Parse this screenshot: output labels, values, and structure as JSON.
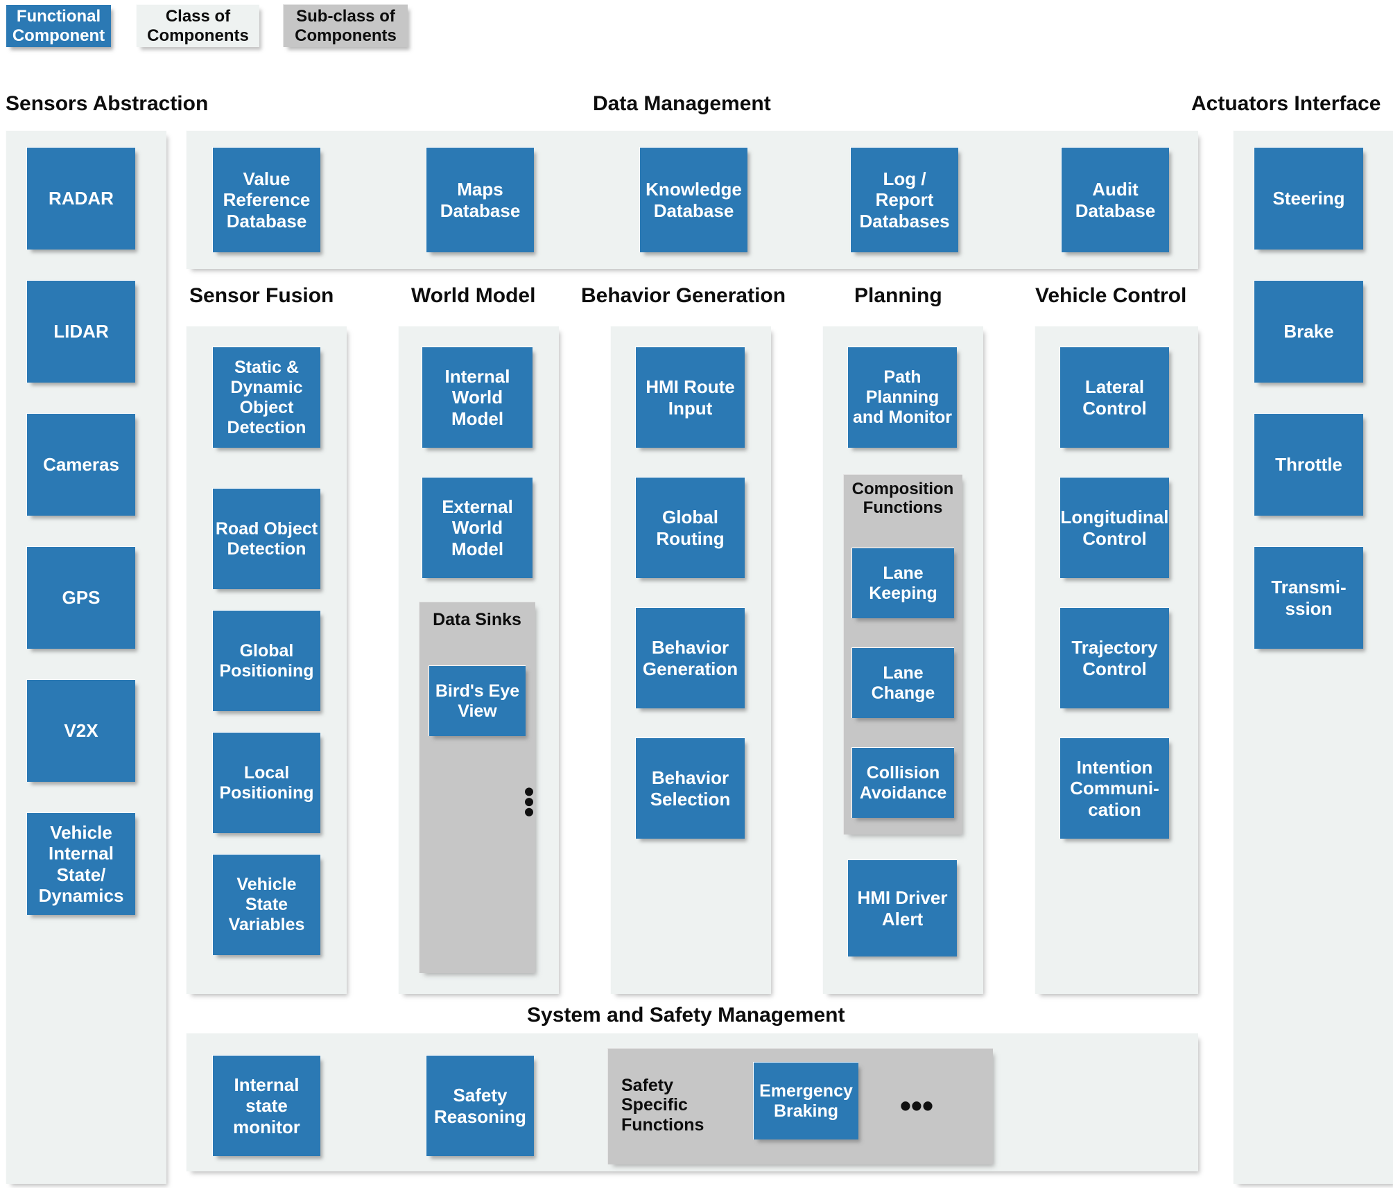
{
  "legend": {
    "items": [
      {
        "label": "Functional Component",
        "kind": "functional-component",
        "color": "#2b79b4"
      },
      {
        "label": "Class of Components",
        "kind": "class-of-components",
        "color": "#eef2f1"
      },
      {
        "label": "Sub-class of Components",
        "kind": "sub-class-of-components",
        "color": "#c6c6c6"
      }
    ]
  },
  "sections": {
    "sensors_abstraction": {
      "title": "Sensors Abstraction",
      "items": [
        {
          "label": "RADAR"
        },
        {
          "label": "LIDAR"
        },
        {
          "label": "Cameras"
        },
        {
          "label": "GPS"
        },
        {
          "label": "V2X"
        },
        {
          "label": "Vehicle Internal State/ Dynamics"
        }
      ]
    },
    "data_management": {
      "title": "Data Management",
      "items": [
        {
          "label": "Value Reference Database"
        },
        {
          "label": "Maps Database"
        },
        {
          "label": "Knowledge Database"
        },
        {
          "label": "Log / Report Databases"
        },
        {
          "label": "Audit Database"
        }
      ]
    },
    "sensor_fusion": {
      "title": "Sensor Fusion",
      "items": [
        {
          "label": "Static & Dynamic Object Detection"
        },
        {
          "label": "Road Object Detection"
        },
        {
          "label": "Global Positioning"
        },
        {
          "label": "Local Positioning"
        },
        {
          "label": "Vehicle State Variables"
        }
      ]
    },
    "world_model": {
      "title": "World Model",
      "items": [
        {
          "label": "Internal World Model"
        },
        {
          "label": "External World Model"
        }
      ],
      "subgroup": {
        "title": "Data Sinks",
        "items": [
          {
            "label": "Bird's Eye View"
          }
        ],
        "ellipsis": "•••"
      }
    },
    "behavior_generation": {
      "title": "Behavior Generation",
      "items": [
        {
          "label": "HMI Route Input"
        },
        {
          "label": "Global Routing"
        },
        {
          "label": "Behavior Generation"
        },
        {
          "label": "Behavior Selection"
        }
      ]
    },
    "planning": {
      "title": "Planning",
      "items_top": [
        {
          "label": "Path Planning and Monitor"
        }
      ],
      "subgroup": {
        "title": "Composition Functions",
        "items": [
          {
            "label": "Lane Keeping"
          },
          {
            "label": "Lane Change"
          },
          {
            "label": "Collision Avoidance"
          }
        ]
      },
      "items_bottom": [
        {
          "label": "HMI Driver Alert"
        }
      ]
    },
    "vehicle_control": {
      "title": "Vehicle Control",
      "items": [
        {
          "label": "Lateral Control"
        },
        {
          "label": "Longitudinal Control"
        },
        {
          "label": "Trajectory Control"
        },
        {
          "label": "Intention Communi- cation"
        }
      ]
    },
    "actuators_interface": {
      "title": "Actuators Interface",
      "items": [
        {
          "label": "Steering"
        },
        {
          "label": "Brake"
        },
        {
          "label": "Throttle"
        },
        {
          "label": "Transmi- ssion"
        }
      ]
    },
    "system_safety": {
      "title": "System and Safety Management",
      "items": [
        {
          "label": "Internal state monitor"
        },
        {
          "label": "Safety Reasoning"
        }
      ],
      "subgroup": {
        "title": "Safety Specific Functions",
        "items": [
          {
            "label": "Emergency Braking"
          }
        ],
        "ellipsis": "•••"
      }
    }
  }
}
